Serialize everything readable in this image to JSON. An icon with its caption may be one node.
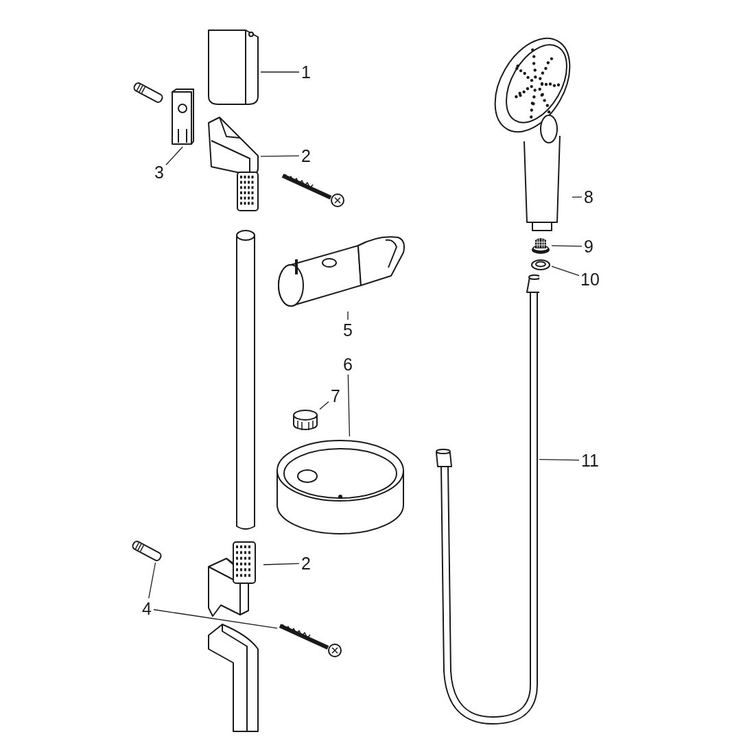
{
  "diagram": {
    "nodes": [
      {
        "text": [
          "1"
        ]
      },
      {
        "text": [],
        "shape": "picture"
      },
      {
        "text": [
          "2"
        ]
      },
      {
        "text": [],
        "shape": "picture"
      },
      {
        "text": [
          "3"
        ]
      },
      {
        "text": [],
        "shape": "picture"
      },
      {
        "text": [
          "5"
        ]
      },
      {
        "text": [],
        "shape": "picture"
      },
      {
        "text": [
          "6"
        ]
      },
      {
        "text": [],
        "shape": "picture"
      },
      {
        "text": [
          "7"
        ]
      },
      {
        "text": [],
        "shape": "picture"
      },
      {
        "text": [
          "2"
        ]
      },
      {
        "text": [],
        "shape": "picture"
      },
      {
        "text": [
          "4"
        ]
      },
      {
        "text": [],
        "shape": "picture"
      },
      {
        "text": [],
        "shape": "picture"
      },
      {
        "text": [
          "8"
        ]
      },
      {
        "text": [],
        "shape": "picture"
      },
      {
        "text": [
          "9"
        ]
      },
      {
        "text": [],
        "shape": "picture"
      },
      {
        "text": [
          "10"
        ]
      },
      {
        "text": [],
        "shape": "picture"
      },
      {
        "text": [
          "11"
        ]
      },
      {
        "text": [],
        "shape": "picture"
      }
    ],
    "edges": [
      {
        "from": 0,
        "to": 1,
        "arrow": "none"
      },
      {
        "from": 2,
        "to": 3,
        "arrow": "none"
      },
      {
        "from": 4,
        "to": 5,
        "arrow": "none"
      },
      {
        "from": 6,
        "to": 7,
        "arrow": "none"
      },
      {
        "from": 8,
        "to": 9,
        "arrow": "none"
      },
      {
        "from": 10,
        "to": 11,
        "arrow": "none"
      },
      {
        "from": 12,
        "to": 13,
        "arrow": "none"
      },
      {
        "from": 14,
        "to": 15,
        "arrow": "none"
      },
      {
        "from": 14,
        "to": 16,
        "arrow": "none"
      },
      {
        "from": 17,
        "to": 18,
        "arrow": "none"
      },
      {
        "from": 19,
        "to": 20,
        "arrow": "none"
      },
      {
        "from": 21,
        "to": 22,
        "arrow": "none"
      },
      {
        "from": 23,
        "to": 24,
        "arrow": "none"
      }
    ]
  }
}
